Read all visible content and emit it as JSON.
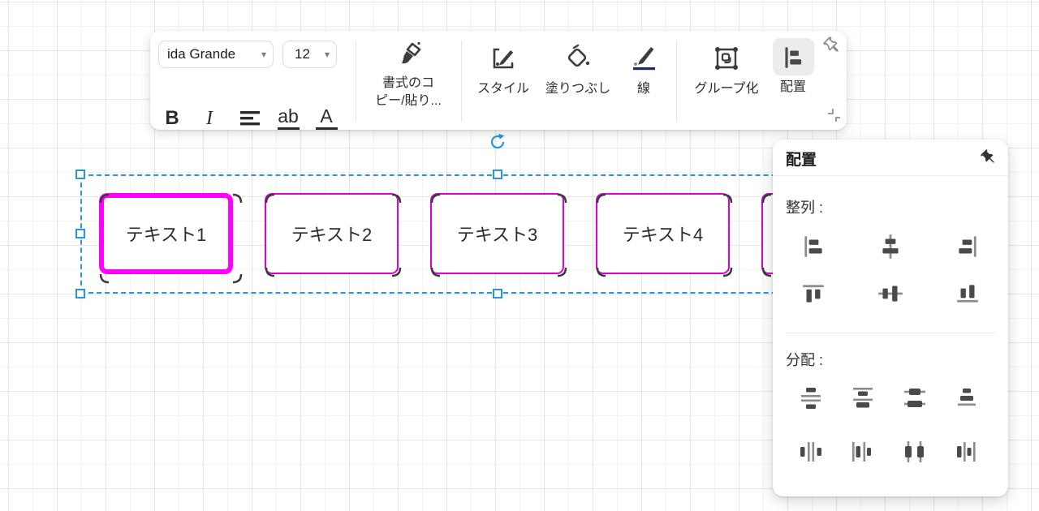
{
  "toolbar": {
    "font_family": "ida Grande",
    "font_size": "12",
    "bold": "B",
    "italic": "I",
    "underline": "ab",
    "font_color": "A",
    "format_painter_line1": "書式のコ",
    "format_painter_line2": "ピー/貼り...",
    "style": "スタイル",
    "fill": "塗りつぶし",
    "line": "線",
    "group": "グループ化",
    "arrange": "配置"
  },
  "arrange_panel": {
    "title": "配置",
    "align_label": "整列 :",
    "distribute_label": "分配 :"
  },
  "canvas": {
    "shapes": [
      {
        "label": "テキスト1"
      },
      {
        "label": "テキスト2"
      },
      {
        "label": "テキスト3"
      },
      {
        "label": "テキスト4"
      },
      {
        "label": ""
      }
    ]
  },
  "colors": {
    "selection_blue": "#2a96d8",
    "shape_border": "#d902d9",
    "primary_shape_border": "#ff00ff",
    "icon_gray": "#4a4a4a",
    "line_icon_underline": "#1c2b66"
  }
}
